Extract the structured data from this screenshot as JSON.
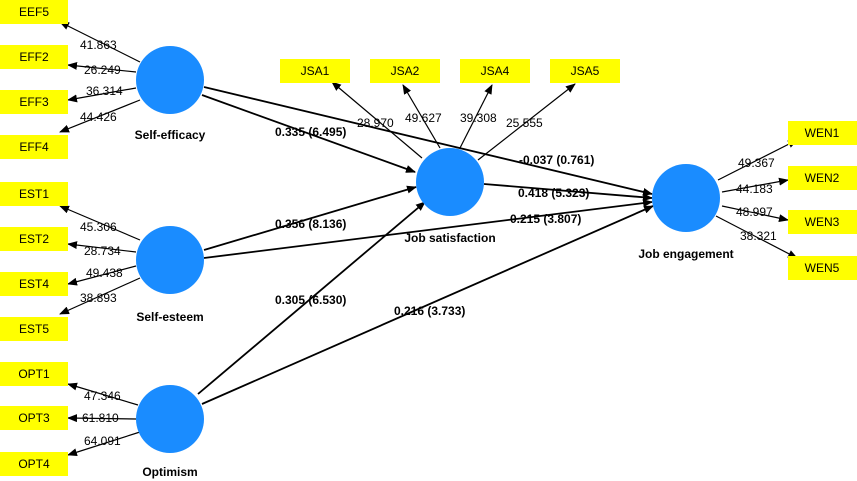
{
  "constructs": {
    "self_efficacy": "Self-efficacy",
    "self_esteem": "Self-esteem",
    "optimism": "Optimism",
    "job_satisfaction": "Job satisfaction",
    "job_engagement": "Job engagement"
  },
  "indicators": {
    "self_efficacy": [
      {
        "name": "EEF5",
        "loading": "41.863"
      },
      {
        "name": "EFF2",
        "loading": "26.249"
      },
      {
        "name": "EFF3",
        "loading": "36.314"
      },
      {
        "name": "EFF4",
        "loading": "44.426"
      }
    ],
    "self_esteem": [
      {
        "name": "EST1",
        "loading": "45.306"
      },
      {
        "name": "EST2",
        "loading": "28.734"
      },
      {
        "name": "EST4",
        "loading": "49.438"
      },
      {
        "name": "EST5",
        "loading": "38.893"
      }
    ],
    "optimism": [
      {
        "name": "OPT1",
        "loading": "47.346"
      },
      {
        "name": "OPT3",
        "loading": "61.810"
      },
      {
        "name": "OPT4",
        "loading": "64.091"
      }
    ],
    "job_satisfaction": [
      {
        "name": "JSA1",
        "loading": "28.970"
      },
      {
        "name": "JSA2",
        "loading": "49.627"
      },
      {
        "name": "JSA4",
        "loading": "39.308"
      },
      {
        "name": "JSA5",
        "loading": "25.555"
      }
    ],
    "job_engagement": [
      {
        "name": "WEN1",
        "loading": "49.367"
      },
      {
        "name": "WEN2",
        "loading": "44.183"
      },
      {
        "name": "WEN3",
        "loading": "48.997"
      },
      {
        "name": "WEN5",
        "loading": "38.321"
      }
    ]
  },
  "paths": {
    "efficacy_to_satisfaction": "0.335 (6.495)",
    "efficacy_to_engagement": "-0.037 (0.761)",
    "esteem_to_satisfaction": "0.356 (8.136)",
    "esteem_to_engagement": "0.215 (3.807)",
    "optimism_to_satisfaction": "0.305 (6.530)",
    "optimism_to_engagement": "0.216 (3.733)",
    "satisfaction_to_engagement": "0.418 (5.323)"
  }
}
